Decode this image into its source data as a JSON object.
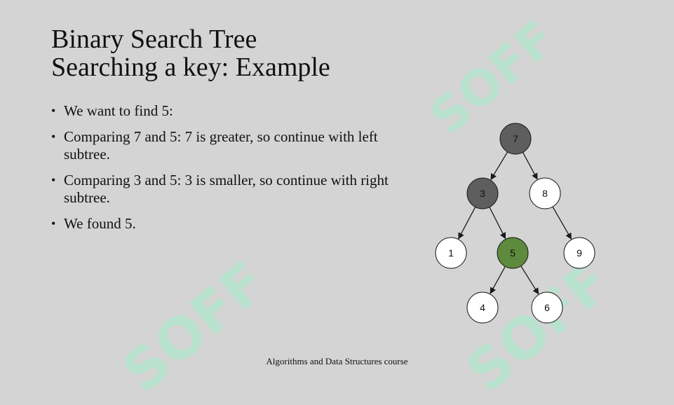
{
  "slide": {
    "title_line1": "Binary Search Tree",
    "title_line2": "Searching a key: Example",
    "bullets": [
      "We want to find 5:",
      "Comparing 7 and 5: 7 is greater, so continue with left subtree.",
      "Comparing 3 and 5: 3 is smaller, so continue with right subtree.",
      "We found 5."
    ],
    "footer": "Algorithms and Data Structures course"
  },
  "watermark": {
    "text": "SOFF",
    "color": "#a0ebc8"
  },
  "tree": {
    "nodes": [
      {
        "key": "7",
        "state": "visited"
      },
      {
        "key": "3",
        "state": "visited"
      },
      {
        "key": "8",
        "state": "normal"
      },
      {
        "key": "1",
        "state": "normal"
      },
      {
        "key": "5",
        "state": "found"
      },
      {
        "key": "9",
        "state": "normal"
      },
      {
        "key": "4",
        "state": "normal"
      },
      {
        "key": "6",
        "state": "normal"
      }
    ],
    "edges": [
      [
        "7",
        "3"
      ],
      [
        "7",
        "8"
      ],
      [
        "3",
        "1"
      ],
      [
        "3",
        "5"
      ],
      [
        "8",
        "9"
      ],
      [
        "5",
        "4"
      ],
      [
        "5",
        "6"
      ]
    ],
    "colors": {
      "visited": "#5e5e5e",
      "found": "#5d8a3c",
      "normal": "#ffffff",
      "stroke": "#1a1a1a"
    }
  }
}
